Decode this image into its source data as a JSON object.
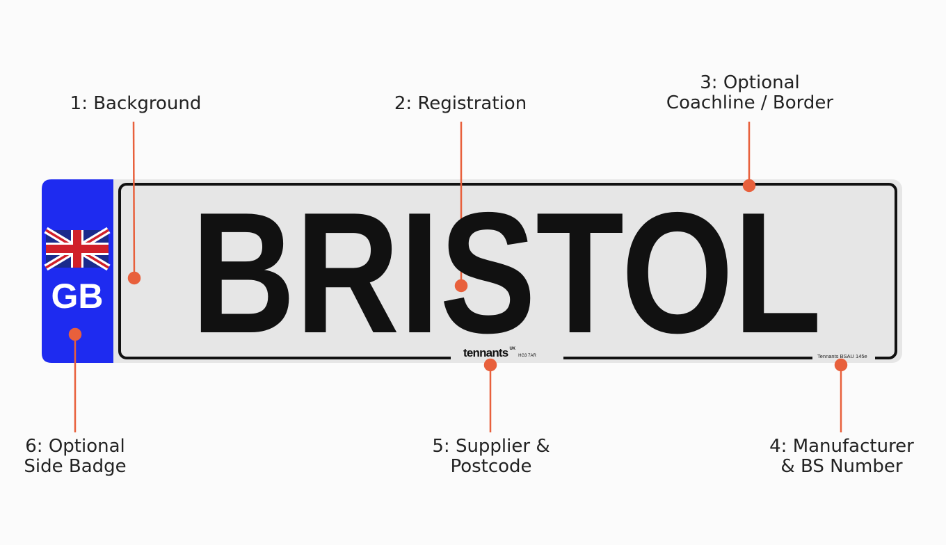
{
  "plate": {
    "registration": "BRISTOL",
    "badge_text": "GB",
    "supplier_name": "tennants",
    "supplier_suffix": "UK",
    "supplier_postcode": "HG3 7AR",
    "manufacturer_text": "Tennants BSAU 145e"
  },
  "labels": {
    "background": "1: Background",
    "registration": "2: Registration",
    "border_line1": "3: Optional",
    "border_line2": "Coachline / Border",
    "manufacturer_line1": "4: Manufacturer",
    "manufacturer_line2": "& BS Number",
    "supplier_line1": "5: Supplier &",
    "supplier_line2": "Postcode",
    "badge_line1": "6: Optional",
    "badge_line2": "Side Badge"
  },
  "colors": {
    "badge_blue": "#1E2BF0",
    "plate_background": "#e6e6e6",
    "callout": "#E8603C",
    "text": "#111111"
  }
}
